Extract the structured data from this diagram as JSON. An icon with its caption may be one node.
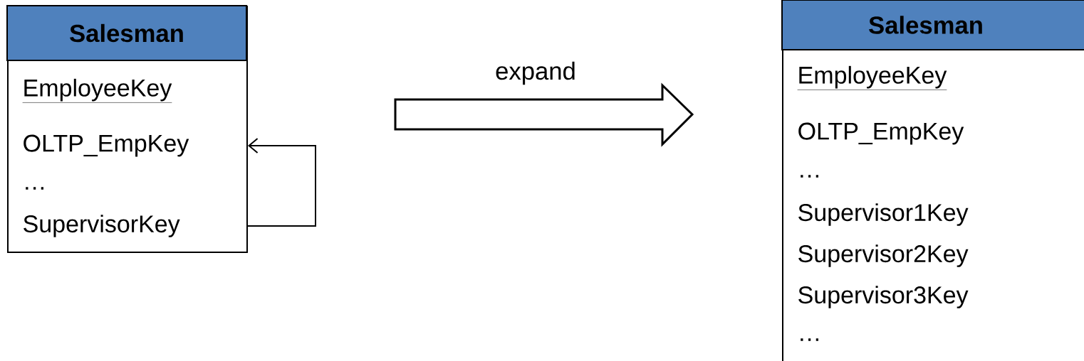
{
  "diagram": {
    "nodes": [
      {
        "text": [
          "Salesman"
        ]
      },
      {
        "text": [
          "EmployeeKey"
        ],
        "in": 0
      },
      {
        "text": [
          "OLTP_EmpKey"
        ],
        "in": 0
      },
      {
        "text": [
          "…"
        ],
        "in": 0
      },
      {
        "text": [
          "SupervisorKey"
        ],
        "in": 0
      },
      {
        "text": [
          "Salesman"
        ]
      },
      {
        "text": [
          "EmployeeKey"
        ],
        "in": 5
      },
      {
        "text": [
          "OLTP_EmpKey"
        ],
        "in": 5
      },
      {
        "text": [
          "…"
        ],
        "in": 5
      },
      {
        "text": [
          "Supervisor1Key"
        ],
        "in": 5
      },
      {
        "text": [
          "Supervisor2Key"
        ],
        "in": 5
      },
      {
        "text": [
          "Supervisor3Key"
        ],
        "in": 5
      },
      {
        "text": [
          "…"
        ],
        "in": 5
      }
    ],
    "edges": [
      {
        "from": 4,
        "to": 2,
        "arrow": "to"
      },
      {
        "from": 0,
        "to": 5,
        "arrow": "to",
        "label": "expand"
      }
    ]
  }
}
